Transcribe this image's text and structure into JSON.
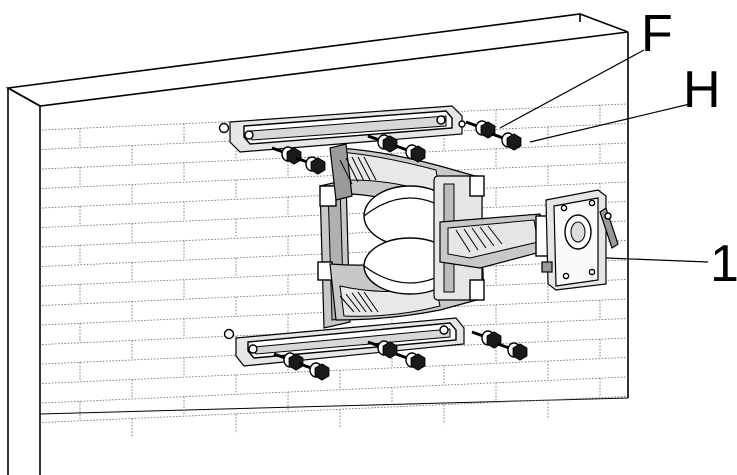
{
  "callouts": {
    "f": "F",
    "h": "H",
    "one": "1"
  },
  "colors": {
    "outline": "#000000",
    "mortar": "#777777",
    "bolt_head": "#1a1a1a"
  }
}
